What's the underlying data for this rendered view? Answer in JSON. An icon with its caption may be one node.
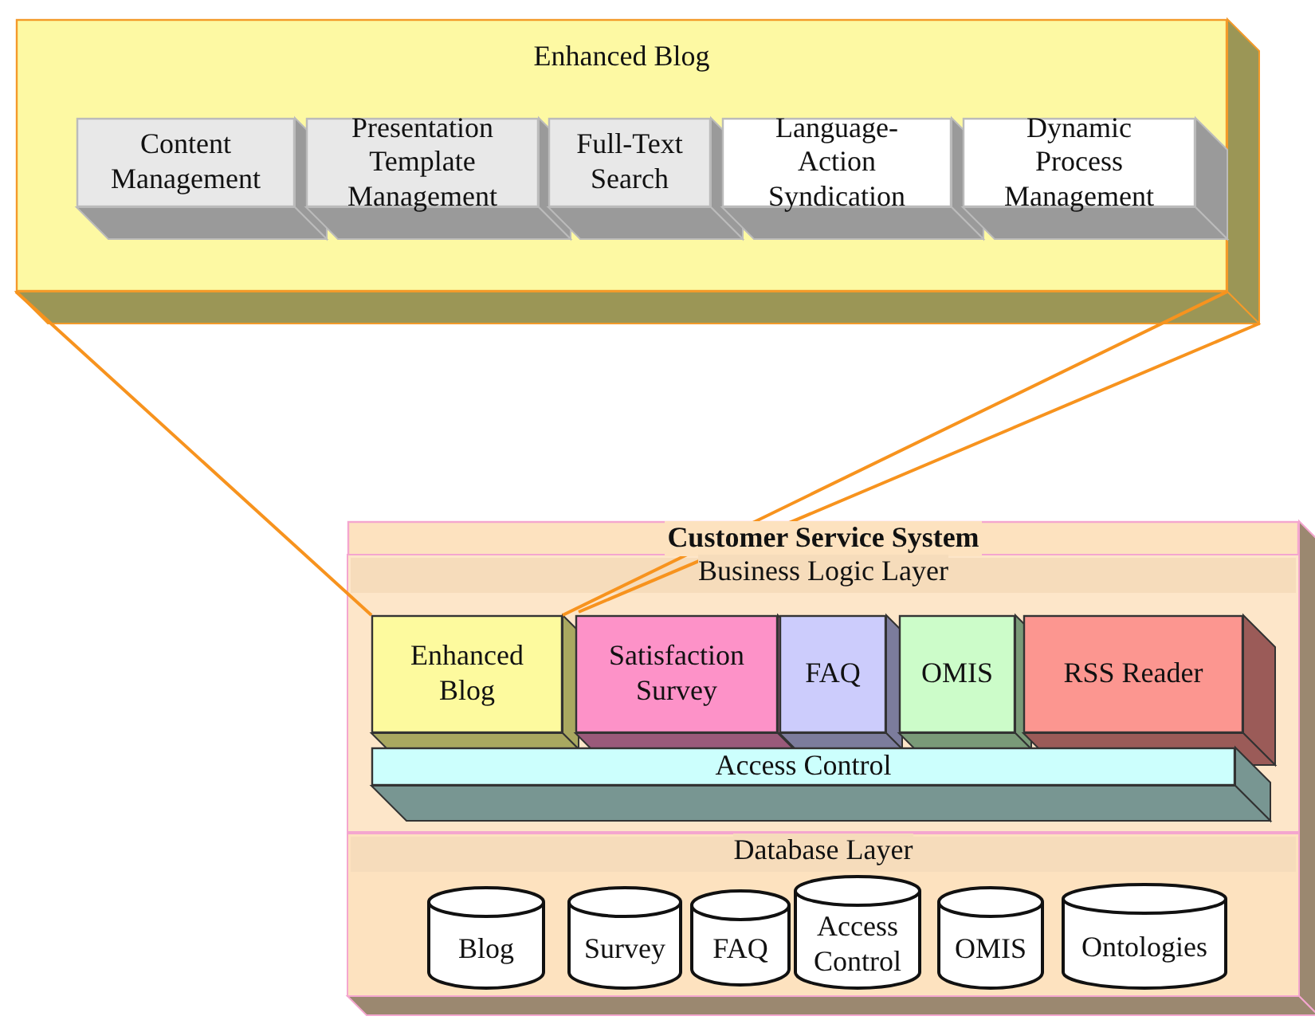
{
  "diagram": {
    "nodes": [
      {
        "text": [
          "Enhanced Blog"
        ]
      },
      {
        "text": [
          "Content Management"
        ],
        "in": 0
      },
      {
        "text": [
          "Presentation Template Management"
        ],
        "in": 0
      },
      {
        "text": [
          "Full-Text Search"
        ],
        "in": 0
      },
      {
        "text": [
          "Language-Action Syndication"
        ],
        "in": 0
      },
      {
        "text": [
          "Dynamic Process Management"
        ],
        "in": 0
      },
      {
        "text": [
          "Customer Service System"
        ]
      },
      {
        "text": [
          "Business Logic Layer"
        ],
        "in": 6
      },
      {
        "text": [
          "Enhanced Blog"
        ],
        "in": 7
      },
      {
        "text": [
          "Satisfaction Survey"
        ],
        "in": 7
      },
      {
        "text": [
          "FAQ"
        ],
        "in": 7
      },
      {
        "text": [
          "OMIS"
        ],
        "in": 7
      },
      {
        "text": [
          "RSS Reader"
        ],
        "in": 7
      },
      {
        "text": [
          "Access Control"
        ],
        "in": 7
      },
      {
        "text": [
          "Database Layer"
        ],
        "in": 6
      },
      {
        "text": [
          "Blog"
        ],
        "in": 14
      },
      {
        "text": [
          "Survey"
        ],
        "in": 14
      },
      {
        "text": [
          "FAQ"
        ],
        "in": 14
      },
      {
        "text": [
          "Access Control"
        ],
        "in": 14
      },
      {
        "text": [
          "OMIS"
        ],
        "in": 14
      },
      {
        "text": [
          "Ontologies"
        ],
        "in": 14
      }
    ],
    "edges": [
      {
        "from": 0,
        "to": 8,
        "arrow": "none"
      },
      {
        "from": 0,
        "to": 8,
        "arrow": "none"
      },
      {
        "from": 0,
        "to": 8,
        "arrow": "none"
      }
    ]
  }
}
